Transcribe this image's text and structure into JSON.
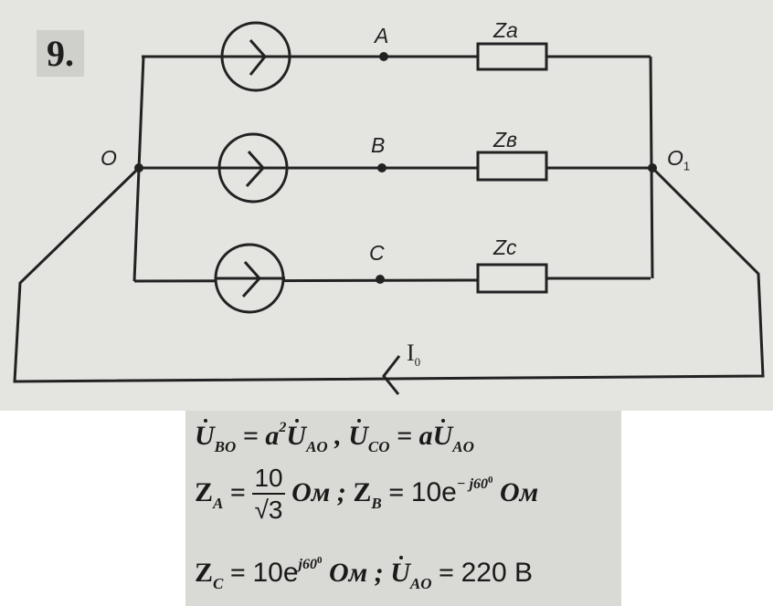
{
  "problem_number": "9.",
  "diagram": {
    "nodes": {
      "o": "O",
      "o1": "O",
      "o1_sub": "1",
      "a": "A",
      "b": "B",
      "c": "C"
    },
    "impedances": {
      "za": "Za",
      "zb": "Zв",
      "zc": "Zc"
    },
    "current": {
      "symbol": "I",
      "sub": "0"
    },
    "line_color": "#222222"
  },
  "formulas": {
    "line1": {
      "u1": "U",
      "u1_sub": "BO",
      "eq1": " = ",
      "a2": "a",
      "a2_sup": "2",
      "u2": "U",
      "u2_sub": "AO",
      "sep": " ,  ",
      "u3": "U",
      "u3_sub": "CO",
      "eq2": " = ",
      "a1": "a",
      "u4": "U",
      "u4_sub": "AO"
    },
    "line2": {
      "z1": "Z",
      "z1_sub": "A",
      "eq1": " = ",
      "num": "10",
      "den": "√3",
      "unit1": " Ом ;   ",
      "z2": "Z",
      "z2_sub": "B",
      "eq2": " = ",
      "val": "10e",
      "exp": "− j60",
      "exp_deg": "0",
      "unit2": "  Ом"
    },
    "line3": {
      "z3": "Z",
      "z3_sub": "C",
      "eq1": " = ",
      "val": "10e",
      "exp": "j60",
      "exp_deg": "0",
      "unit1": "  Ом ;   ",
      "u": "U",
      "u_sub": "AO",
      "eq2": " = ",
      "rhs": "220 B"
    }
  }
}
